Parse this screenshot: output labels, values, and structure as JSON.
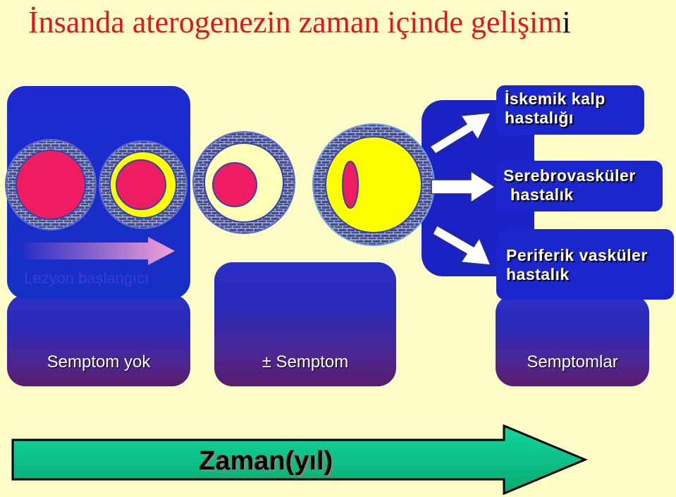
{
  "title": {
    "main": "İnsanda aterogenezin zaman içinde gelişim",
    "tail": "i"
  },
  "lesion_label": "Lezyon başlangıcı",
  "stages": [
    {
      "label": "Semptom yok"
    },
    {
      "label": "± Semptom"
    },
    {
      "label": "Semptomlar"
    }
  ],
  "outcomes": [
    {
      "line1": "İskemik kalp",
      "line2": "hastalığı"
    },
    {
      "line1": "Serebrovasküler",
      "line2": "hastalık"
    },
    {
      "line1": "Periferik vasküler",
      "line2": "hastalık"
    }
  ],
  "timeline_label": "Zaman(yıl)",
  "colors": {
    "background": "#fdfbc6",
    "title": "#e8121a",
    "lumen": "#ee1c60",
    "plaque": "#ffff00",
    "panel": "#2a2fc4",
    "timeline_fill": "#14c88c"
  }
}
